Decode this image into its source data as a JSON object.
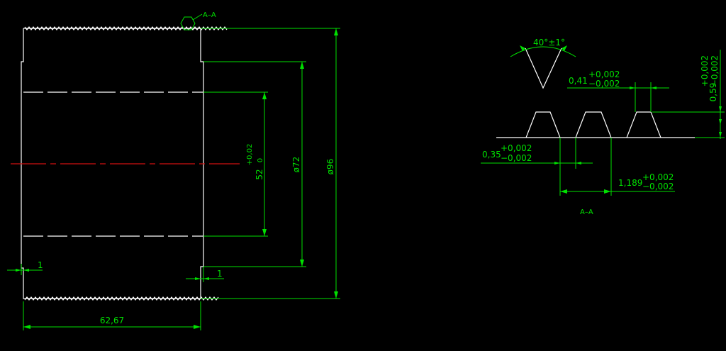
{
  "colors": {
    "background": "#000000",
    "geometry": "#ffffff",
    "dimension": "#00e000",
    "centerline": "#d01010"
  },
  "left_view": {
    "section_marker": "A–A",
    "dims": {
      "length": "62,67",
      "dia_outer": "ø96",
      "dia_mid": "ø72",
      "bore_nominal": "52",
      "bore_tol_upper": "+0,02",
      "bore_tol_lower": "0",
      "step_left": "1",
      "step_right": "1"
    }
  },
  "detail_view": {
    "label": "A–A",
    "angle": "40°±1°",
    "top_width": "0,41",
    "top_width_tol_upper": "+0,002",
    "top_width_tol_lower": "−0,002",
    "height": "0,59",
    "height_tol_upper": "+0,002",
    "height_tol_lower": "−0,002",
    "gap": "0,35",
    "gap_tol_upper": "+0,002",
    "gap_tol_lower": "−0,002",
    "pitch": "1,189",
    "pitch_tol_upper": "+0,002",
    "pitch_tol_lower": "−0,002"
  }
}
